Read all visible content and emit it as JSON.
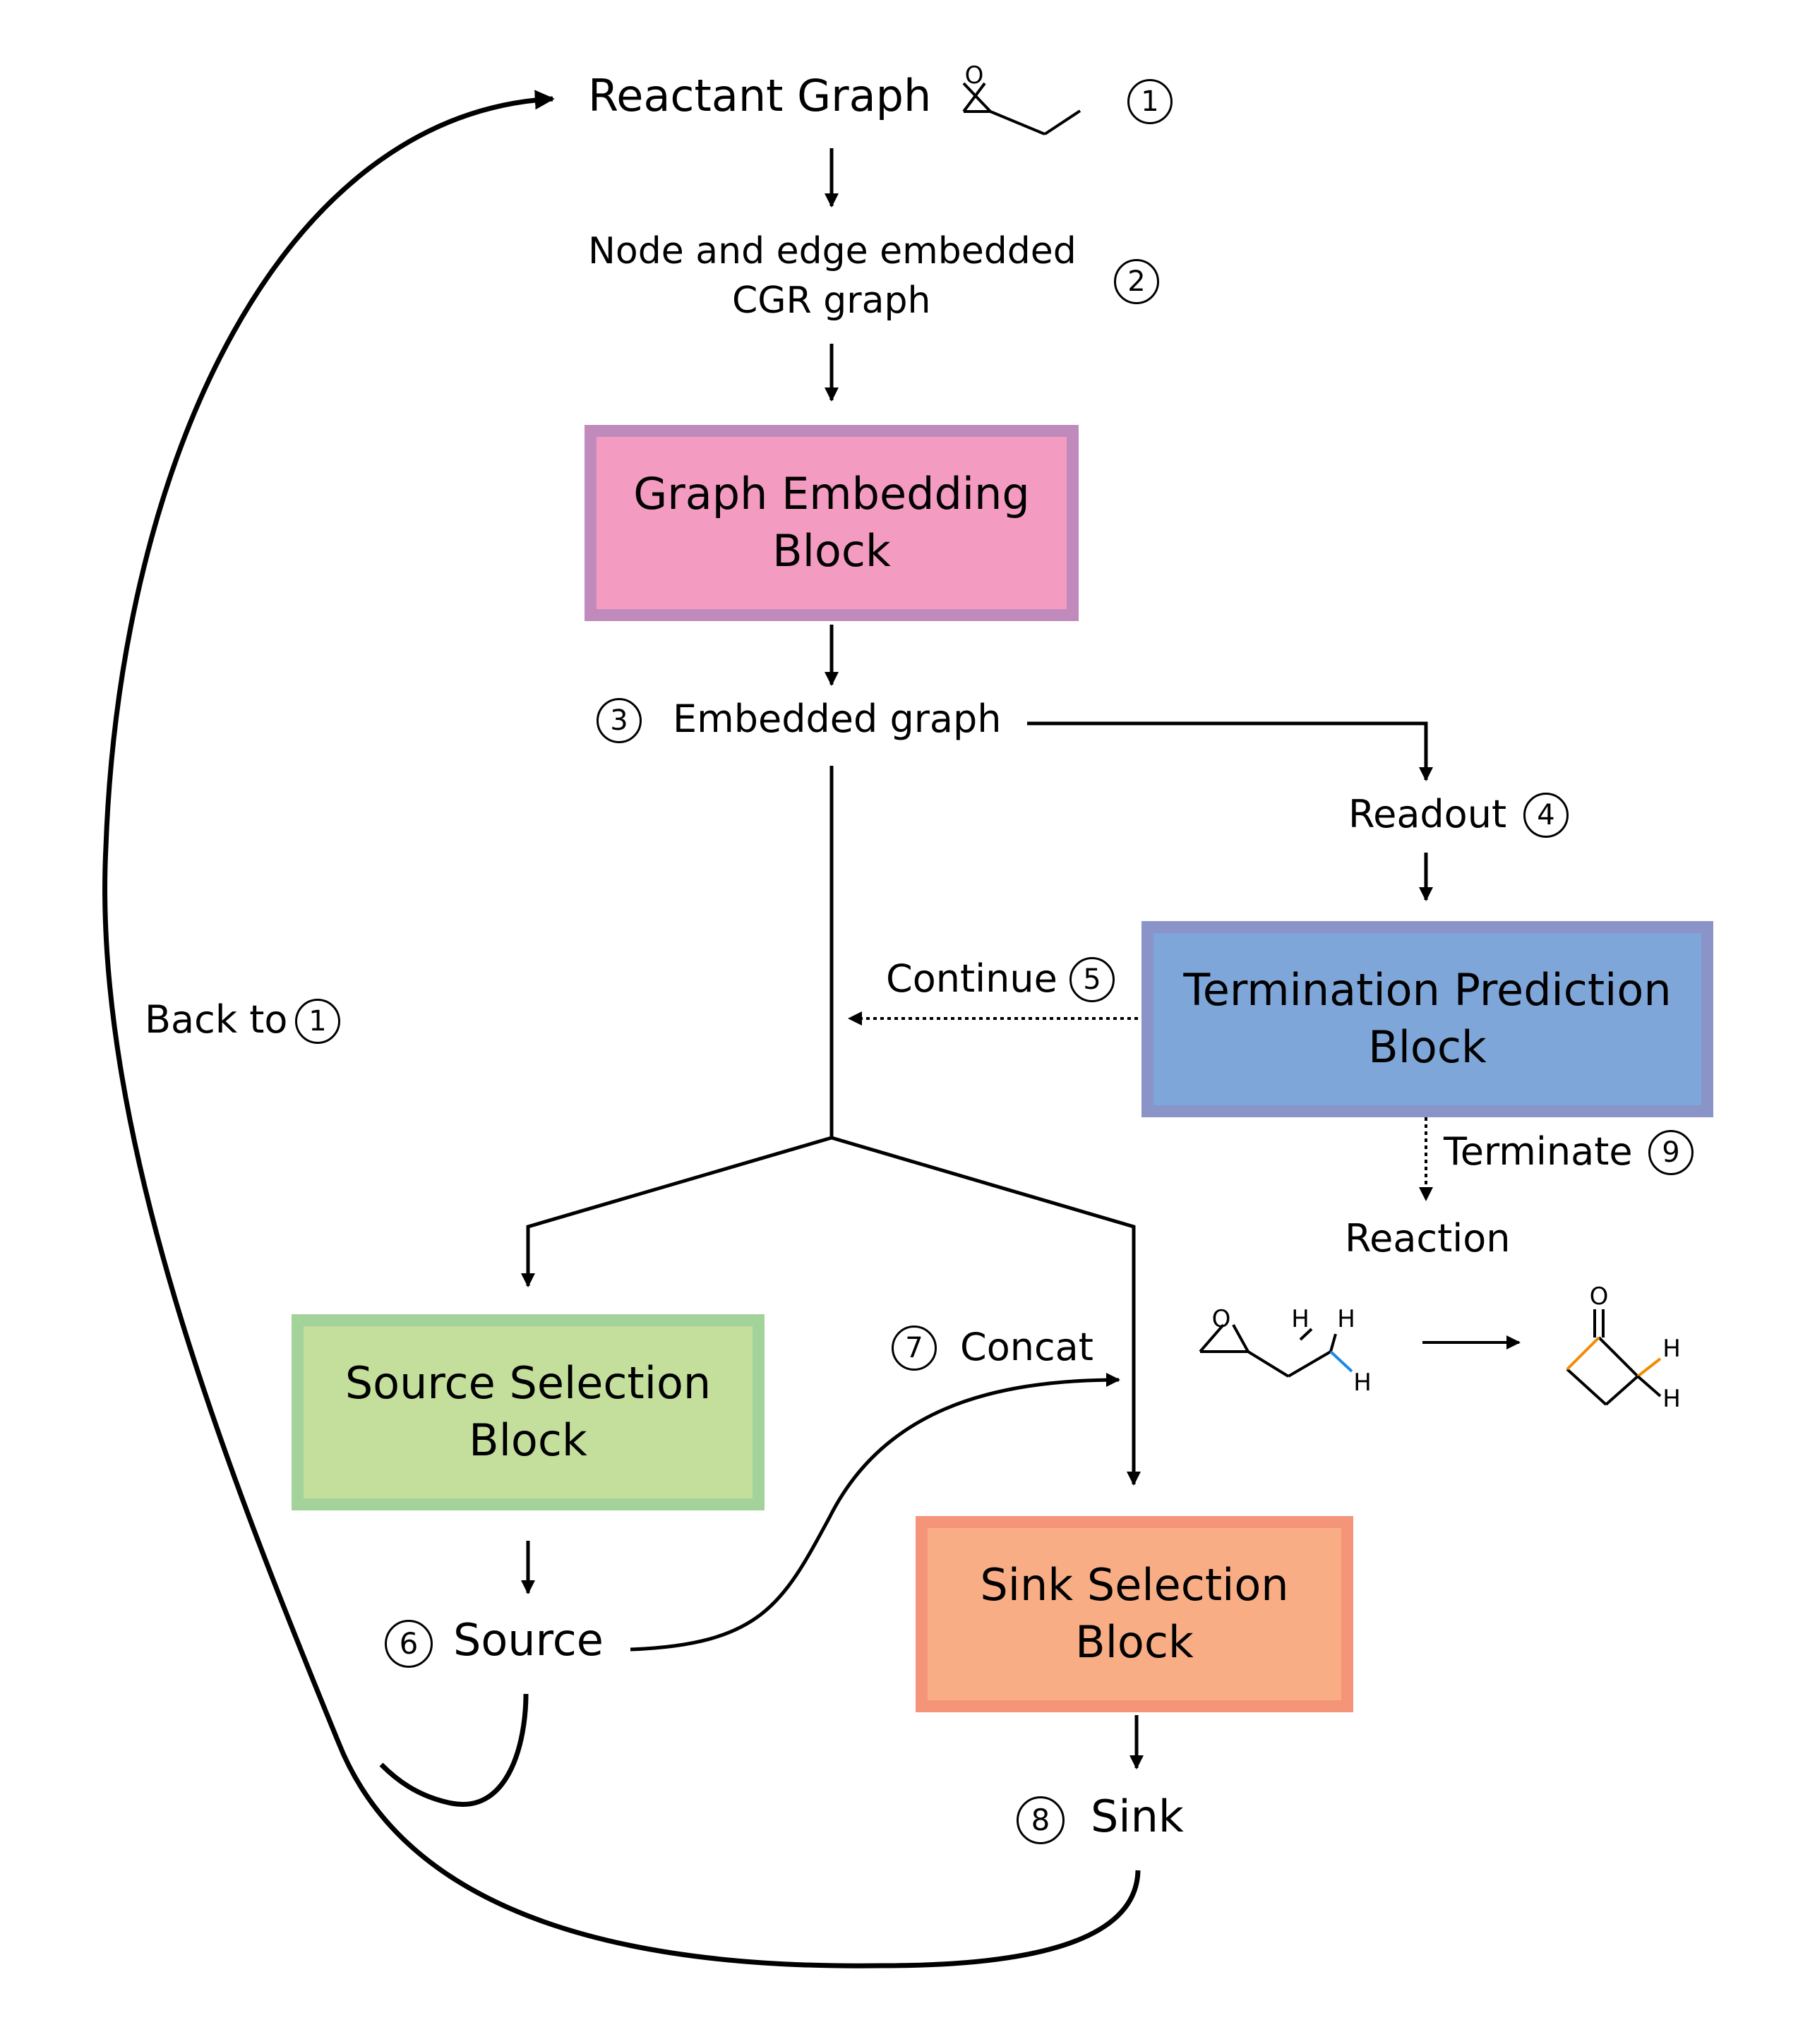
{
  "nodes": {
    "reactant": {
      "label": "Reactant Graph",
      "step": "1"
    },
    "cgr": {
      "line1": "Node and edge embedded",
      "line2": "CGR graph",
      "step": "2"
    },
    "embedded": {
      "label": "Embedded graph",
      "step": "3"
    },
    "readout": {
      "label": "Readout",
      "step": "4"
    },
    "continue": {
      "label": "Continue",
      "step": "5"
    },
    "source": {
      "label": "Source",
      "step": "6"
    },
    "concat": {
      "label": "Concat",
      "step": "7"
    },
    "sink": {
      "label": "Sink",
      "step": "8"
    },
    "terminate": {
      "label": "Terminate",
      "step": "9"
    },
    "reaction": {
      "label": "Reaction"
    },
    "back_to": {
      "label": "Back to",
      "step": "1"
    }
  },
  "blocks": {
    "graph_embedding": {
      "line1": "Graph Embedding",
      "line2": "Block",
      "fill": "#F39BC0",
      "border": "#C08BBC"
    },
    "termination": {
      "line1": "Termination Prediction",
      "line2": "Block",
      "fill": "#7EA6D9",
      "border": "#8A94C9"
    },
    "source_selection": {
      "line1": "Source Selection",
      "line2": "Block",
      "fill": "#C4DE9C",
      "border": "#A3D39A"
    },
    "sink_selection": {
      "line1": "Sink Selection",
      "line2": "Block",
      "fill": "#F8AD85",
      "border": "#F49479"
    }
  },
  "molecule": {
    "atom_o": "O",
    "atom_h": "H",
    "highlight_blue": "#1E88E5",
    "highlight_orange": "#F08C00"
  }
}
